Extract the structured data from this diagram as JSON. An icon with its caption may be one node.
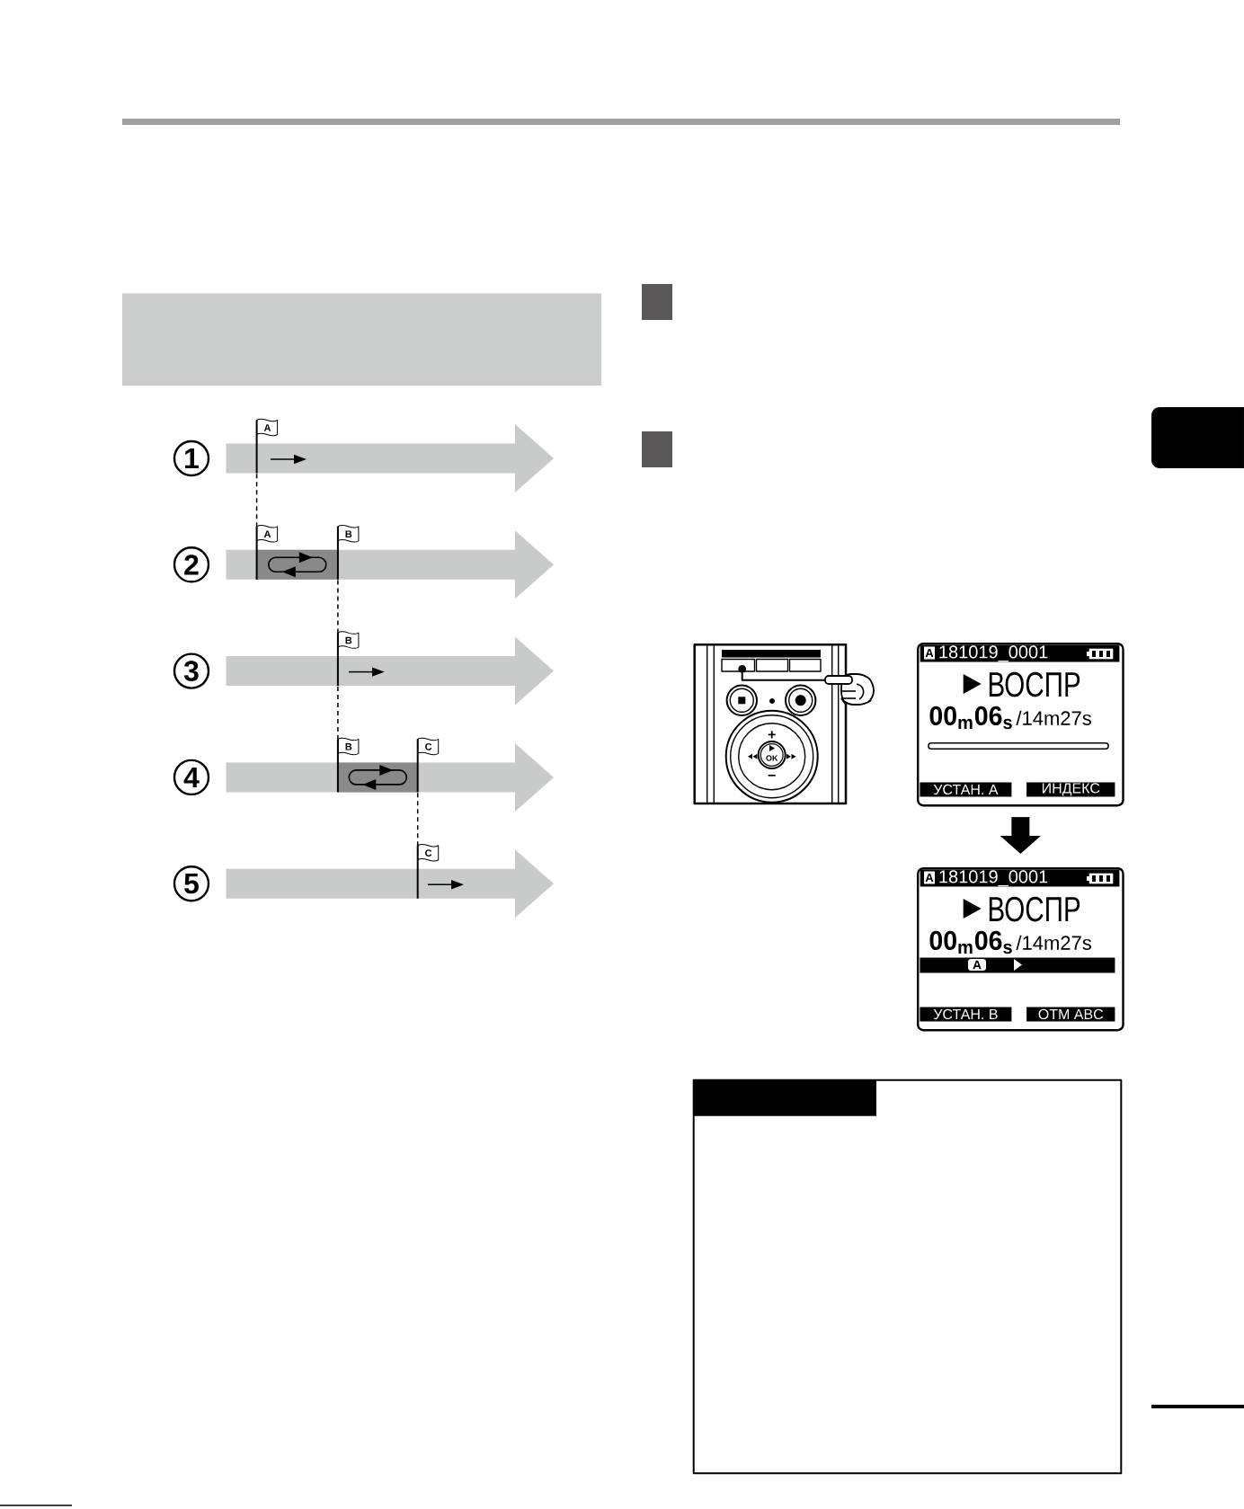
{
  "diagram": {
    "nodes": [
      {
        "text": [],
        "shape": "box"
      },
      {
        "text": [
          "1"
        ]
      },
      {
        "text": [
          "A"
        ]
      },
      {
        "text": [
          "2"
        ]
      },
      {
        "text": [
          "A"
        ]
      },
      {
        "text": [
          "B"
        ]
      },
      {
        "text": [
          "3"
        ]
      },
      {
        "text": [
          "B"
        ]
      },
      {
        "text": [
          "4"
        ]
      },
      {
        "text": [
          "B"
        ]
      },
      {
        "text": [
          "C"
        ]
      },
      {
        "text": [
          "5"
        ]
      },
      {
        "text": [
          "C"
        ]
      },
      {
        "text": [
          "ВОСПР",
          "00$_{m}$06$_{s}$",
          "/14m27s"
        ]
      },
      {
        "text": [
          "A",
          "181019_0001"
        ],
        "in": 13
      },
      {
        "text": [
          "УСТАН. A"
        ],
        "in": 13
      },
      {
        "text": [
          "ИНДЕКС"
        ],
        "in": 13
      },
      {
        "text": [
          "ВОСПР",
          "00$_{m}$06$_{s}$",
          "/14m27s"
        ]
      },
      {
        "text": [
          "A",
          "181019_0001"
        ],
        "in": 17
      },
      {
        "text": [
          "A"
        ],
        "in": 17
      },
      {
        "text": [
          "УСТАН. B"
        ],
        "in": 17
      },
      {
        "text": [
          "ОТМ ABC"
        ],
        "in": 17
      },
      {
        "text": [],
        "shape": "box"
      }
    ],
    "edges": [
      {
        "from": 2,
        "to": 4,
        "arrow": "none",
        "style": "dashed"
      },
      {
        "from": 5,
        "to": 7,
        "arrow": "none",
        "style": "dashed"
      },
      {
        "from": 7,
        "to": 9,
        "arrow": "none",
        "style": "dashed"
      },
      {
        "from": 10,
        "to": 12,
        "arrow": "none",
        "style": "dashed"
      },
      {
        "from": 13,
        "to": 17,
        "arrow": "to",
        "style": "thick"
      }
    ],
    "labels": [
      "+",
      "OK",
      "−"
    ]
  }
}
